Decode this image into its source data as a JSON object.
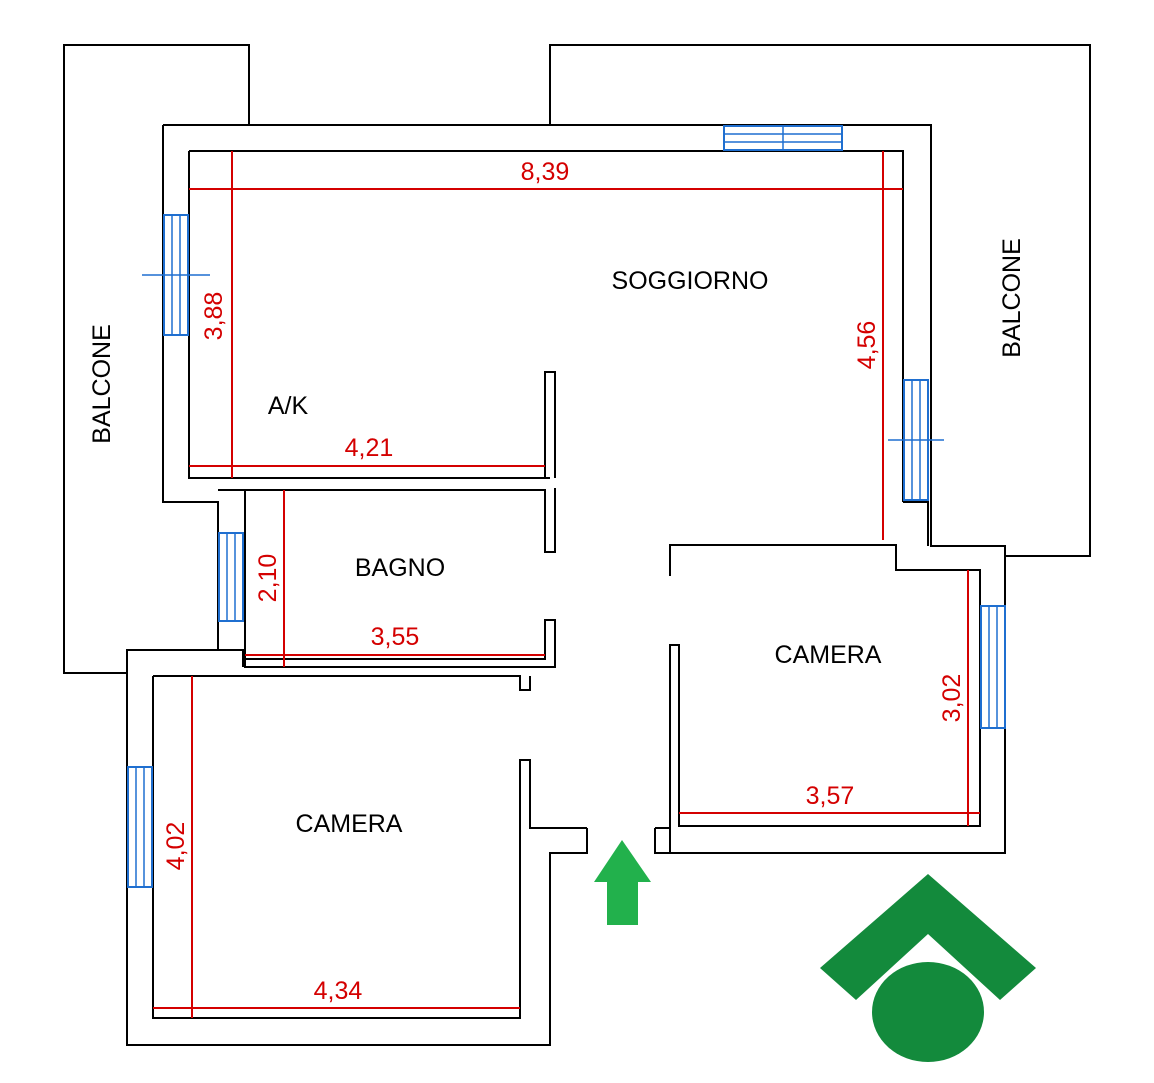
{
  "rooms": {
    "soggiorno": "SOGGIORNO",
    "ak": "A/K",
    "bagno": "BAGNO",
    "camera_right": "CAMERA",
    "camera_left": "CAMERA",
    "balcone_left": "BALCONE",
    "balcone_right": "BALCONE"
  },
  "dimensions": {
    "soggiorno_width": "8,39",
    "soggiorno_left_height": "3,88",
    "soggiorno_right_height": "4,56",
    "ak_width": "4,21",
    "bagno_height": "2,10",
    "bagno_width": "3,55",
    "camera_right_height": "3,02",
    "camera_right_width": "3,57",
    "camera_left_height": "4,02",
    "camera_left_width": "4,34"
  },
  "colors": {
    "walls": "#000000",
    "dimensions": "#d40000",
    "windows": "#1f6fd0",
    "entrance_arrow": "#22b14c",
    "logo": "#138a3c"
  },
  "icons": {
    "entrance": "entrance-arrow-icon",
    "logo": "agency-logo"
  }
}
